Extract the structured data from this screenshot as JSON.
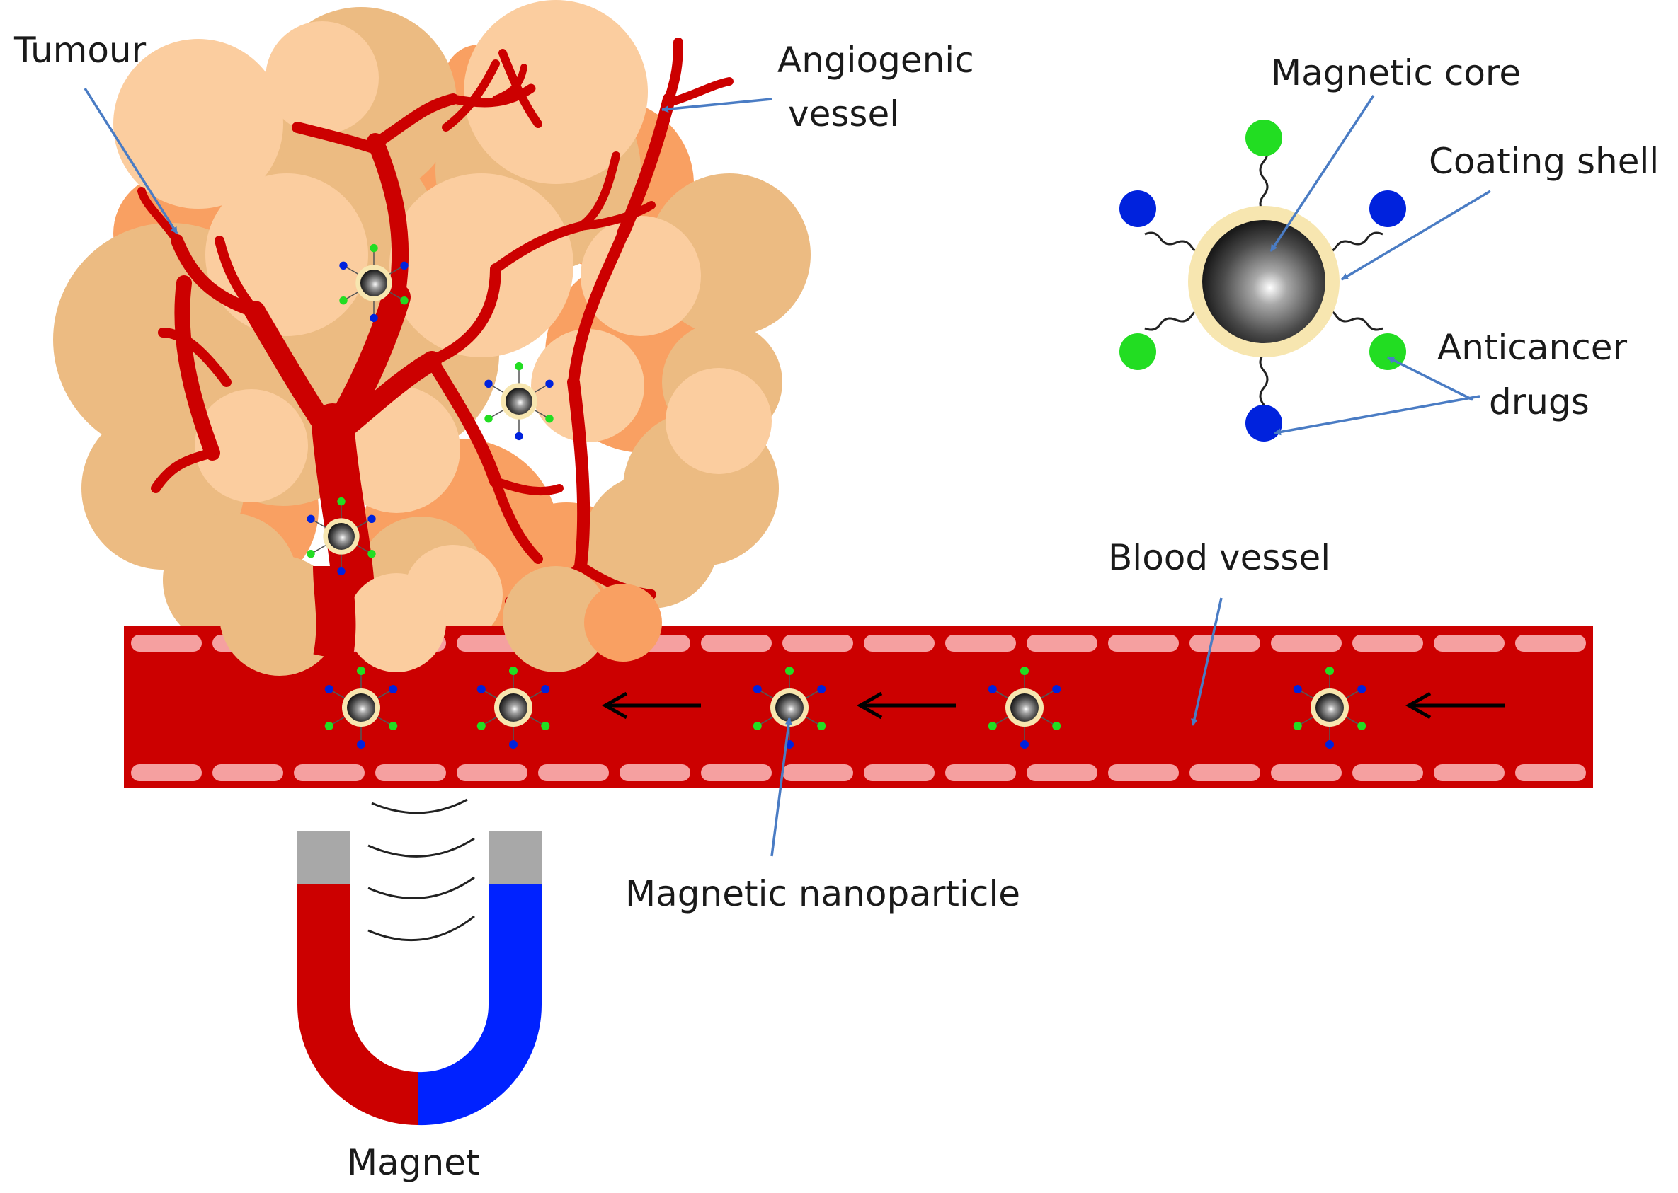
{
  "labels": {
    "tumour": "Tumour",
    "angiogenic_line1": "Angiogenic",
    "angiogenic_line2": "vessel",
    "magnetic_core": "Magnetic core",
    "coating_shell": "Coating shell",
    "anticancer_line1": "Anticancer",
    "anticancer_line2": "drugs",
    "blood_vessel": "Blood vessel",
    "magnetic_nanoparticle": "Magnetic nanoparticle",
    "magnet": "Magnet"
  },
  "colors": {
    "vessel_red": "#cc0000",
    "wall_pink": "#f5a0a0",
    "tumour_light": "#fbcd9f",
    "tumour_mid": "#ecbb82",
    "tumour_orange": "#f9a062",
    "shell": "#f7e6b0",
    "drug_green": "#22dd22",
    "drug_blue": "#0022dd",
    "magnet_red": "#cc0000",
    "magnet_blue": "#0022ff",
    "magnet_tip": "#a8a8a8",
    "arrow": "#4a7cc4"
  }
}
